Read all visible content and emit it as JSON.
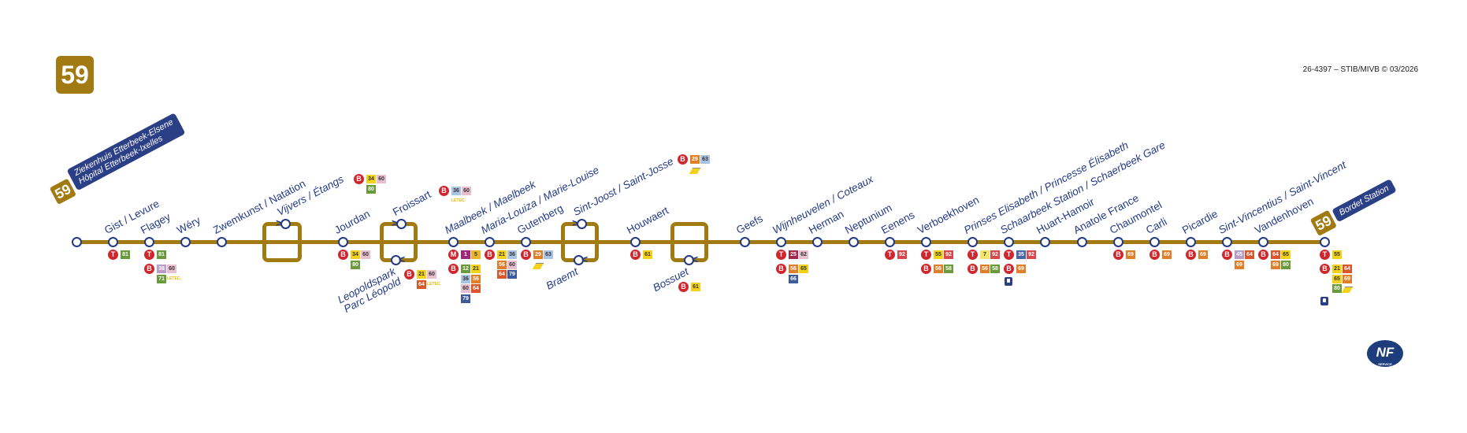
{
  "header": {
    "line_number": "59",
    "reference": "26-4397 – STIB/MIVB © 03/2026"
  },
  "termini": {
    "start": {
      "number": "59",
      "name_nl": "Ziekenhuis Etterbeek-Elsene",
      "name_fr": "Hôpital Etterbeek-Ixelles"
    },
    "end": {
      "number": "59",
      "name": "Bordet Station"
    }
  },
  "logo": {
    "text": "NF",
    "caption": "SERVICE"
  },
  "colors": {
    "line": "#a27a12",
    "text": "#233a85",
    "mode": "#d0262e",
    "badges": {
      "1": "#a0287a",
      "5": "#e9b52a",
      "7": "#f6e56b",
      "12": "#6a9a3a",
      "21": "#f5d21a",
      "25": "#a3284a",
      "29": "#e07f2a",
      "34": "#f5d21a",
      "35": "#4a63a6",
      "36": "#a9c3e3",
      "38": "#b89cc8",
      "45": "#b89cc8",
      "55": "#f5d21a",
      "56": "#e07f2a",
      "58": "#6a9a3a",
      "60": "#e8bfcf",
      "61": "#f5d21a",
      "62": "#e8bfcf",
      "63": "#a9c3e3",
      "64": "#d9582b",
      "65": "#f5d21a",
      "66": "#3e5a9a",
      "69": "#e07f2a",
      "71": "#6a9a3a",
      "79": "#3e5a9a",
      "80": "#6a9a3a",
      "81": "#6a9a3a",
      "92": "#d8474c"
    }
  },
  "stops": [
    {
      "name": "Gist / Levure",
      "type": "main",
      "connections": [
        {
          "mode": "T",
          "lines": [
            "81"
          ]
        }
      ]
    },
    {
      "name": "Flagey",
      "type": "main",
      "connections": [
        {
          "mode": "T",
          "lines": [
            "81"
          ]
        },
        {
          "mode": "B",
          "lines": [
            "38",
            "60",
            "71",
            "LETEC."
          ]
        }
      ]
    },
    {
      "name": "Wéry",
      "type": "main",
      "connections": []
    },
    {
      "name": "Zwemkunst / Natation",
      "type": "main",
      "connections": []
    },
    {
      "name": "Vijvers / Étangs",
      "type": "loop-top",
      "connections": [
        {
          "mode": "B",
          "lines": [
            "34",
            "60",
            "80"
          ]
        }
      ]
    },
    {
      "name": "Jourdan",
      "type": "main",
      "connections": [
        {
          "mode": "B",
          "lines": [
            "34",
            "60",
            "80"
          ]
        }
      ]
    },
    {
      "name": "Froissart",
      "type": "loop-top",
      "connections": [
        {
          "mode": "B",
          "lines": [
            "36",
            "60",
            "LETEC."
          ]
        }
      ]
    },
    {
      "name": "Leopoldspark",
      "name2": "Parc Léopold",
      "type": "loop-bottom",
      "connections": [
        {
          "mode": "B",
          "lines": [
            "21",
            "60",
            "64",
            "LETEC."
          ]
        }
      ]
    },
    {
      "name": "Maalbeek / Maelbeek",
      "type": "main",
      "connections": [
        {
          "mode": "M",
          "lines": [
            "1",
            "5"
          ]
        },
        {
          "mode": "B",
          "lines": [
            "12",
            "21",
            "36",
            "56",
            "60",
            "64",
            "79"
          ]
        }
      ]
    },
    {
      "name": "Maria-Louiza / Marie-Louise",
      "type": "main",
      "connections": [
        {
          "mode": "B",
          "lines": [
            "21",
            "36",
            "56",
            "60",
            "64",
            "79"
          ]
        }
      ]
    },
    {
      "name": "Gutenberg",
      "type": "main",
      "connections": [
        {
          "mode": "B",
          "lines": [
            "29",
            "63",
            "train"
          ]
        }
      ]
    },
    {
      "name": "Sint-Joost / Saint-Josse",
      "type": "loop-top",
      "connections": [
        {
          "mode": "B",
          "lines": [
            "29",
            "63",
            "train"
          ]
        }
      ]
    },
    {
      "name": "Braemt",
      "type": "loop-bottom",
      "connections": []
    },
    {
      "name": "Houwaert",
      "type": "main",
      "connections": [
        {
          "mode": "B",
          "lines": [
            "61"
          ]
        }
      ]
    },
    {
      "name": "Bossuet",
      "type": "loop-bottom",
      "connections": [
        {
          "mode": "B",
          "lines": [
            "61"
          ]
        }
      ]
    },
    {
      "name": "Geefs",
      "type": "main",
      "connections": []
    },
    {
      "name": "Wijnheuvelen / Coteaux",
      "type": "main",
      "connections": [
        {
          "mode": "T",
          "lines": [
            "25",
            "62"
          ]
        },
        {
          "mode": "B",
          "lines": [
            "56",
            "65",
            "66"
          ]
        }
      ]
    },
    {
      "name": "Herman",
      "type": "main",
      "connections": []
    },
    {
      "name": "Neptunium",
      "type": "main",
      "connections": []
    },
    {
      "name": "Eenens",
      "type": "main",
      "connections": [
        {
          "mode": "T",
          "lines": [
            "92"
          ]
        }
      ]
    },
    {
      "name": "Verboekhoven",
      "type": "main",
      "connections": [
        {
          "mode": "T",
          "lines": [
            "55",
            "92"
          ]
        },
        {
          "mode": "B",
          "lines": [
            "56",
            "58"
          ]
        }
      ]
    },
    {
      "name": "Prinses Elisabeth / Princesse Élisabeth",
      "type": "main",
      "connections": [
        {
          "mode": "T",
          "lines": [
            "7",
            "92"
          ]
        },
        {
          "mode": "B",
          "lines": [
            "56",
            "58"
          ]
        }
      ]
    },
    {
      "name": "Schaarbeek Station / Schaerbeek Gare",
      "type": "main",
      "station_icon": true,
      "connections": [
        {
          "mode": "T",
          "lines": [
            "35",
            "92"
          ]
        },
        {
          "mode": "B",
          "lines": [
            "69"
          ]
        }
      ]
    },
    {
      "name": "Huart-Hamoir",
      "type": "main",
      "connections": []
    },
    {
      "name": "Anatole France",
      "type": "main",
      "connections": []
    },
    {
      "name": "Chaumontel",
      "type": "main",
      "connections": [
        {
          "mode": "B",
          "lines": [
            "69"
          ]
        }
      ]
    },
    {
      "name": "Carli",
      "type": "main",
      "connections": [
        {
          "mode": "B",
          "lines": [
            "69"
          ]
        }
      ]
    },
    {
      "name": "Picardie",
      "type": "main",
      "connections": [
        {
          "mode": "B",
          "lines": [
            "69"
          ]
        }
      ]
    },
    {
      "name": "Sint-Vincentius / Saint-Vincent",
      "type": "main",
      "connections": [
        {
          "mode": "B",
          "lines": [
            "45",
            "64",
            "69"
          ]
        }
      ]
    },
    {
      "name": "Vandenhoven",
      "type": "main",
      "connections": [
        {
          "mode": "B",
          "lines": [
            "64",
            "65",
            "69",
            "80"
          ]
        }
      ]
    },
    {
      "name": "Bordet Station",
      "type": "terminus",
      "station_icon": true,
      "connections": [
        {
          "mode": "T",
          "lines": [
            "55"
          ]
        },
        {
          "mode": "B",
          "lines": [
            "21",
            "64",
            "65",
            "69",
            "80",
            "train"
          ]
        }
      ]
    }
  ]
}
